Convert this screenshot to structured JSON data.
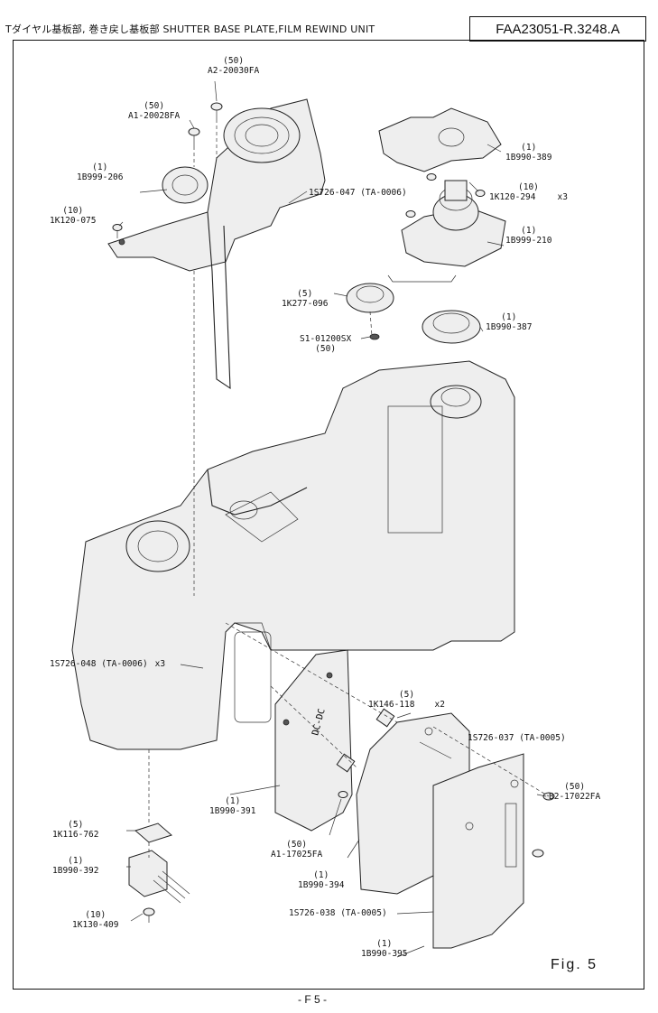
{
  "header": {
    "title": "Tダイヤル基板部, 巻き戻し基板部 SHUTTER BASE PLATE,FILM REWIND UNIT",
    "code": "FAA23051-R.3248.A"
  },
  "callouts": [
    {
      "qty": "(50)",
      "part": "A2-20030FA",
      "suffix": ""
    },
    {
      "qty": "(50)",
      "part": "A1-20028FA",
      "suffix": ""
    },
    {
      "qty": "(1)",
      "part": "1B999-206",
      "suffix": ""
    },
    {
      "qty": "(10)",
      "part": "1K120-075",
      "suffix": ""
    },
    {
      "qty": "",
      "part": "1S726-047 (TA-0006)",
      "suffix": ""
    },
    {
      "qty": "(1)",
      "part": "1B990-389",
      "suffix": ""
    },
    {
      "qty": "(10)",
      "part": "1K120-294",
      "suffix": "x3"
    },
    {
      "qty": "(1)",
      "part": "1B999-210",
      "suffix": ""
    },
    {
      "qty": "(5)",
      "part": "1K277-096",
      "suffix": ""
    },
    {
      "qty": "(1)",
      "part": "1B990-387",
      "suffix": ""
    },
    {
      "qty": "(50)",
      "part": "S1-01200SX",
      "suffix": ""
    },
    {
      "qty": "",
      "part": "1S726-048 (TA-0006)",
      "suffix": "x3"
    },
    {
      "qty": "(5)",
      "part": "1K146-118",
      "suffix": "x2"
    },
    {
      "qty": "",
      "part": "1S726-037 (TA-0005)",
      "suffix": ""
    },
    {
      "qty": "(50)",
      "part": "B2-17022FA",
      "suffix": ""
    },
    {
      "qty": "(1)",
      "part": "1B990-391",
      "suffix": ""
    },
    {
      "qty": "(5)",
      "part": "1K116-762",
      "suffix": ""
    },
    {
      "qty": "(50)",
      "part": "A1-17025FA",
      "suffix": ""
    },
    {
      "qty": "(1)",
      "part": "1B990-392",
      "suffix": ""
    },
    {
      "qty": "(1)",
      "part": "1B990-394",
      "suffix": ""
    },
    {
      "qty": "(10)",
      "part": "1K130-409",
      "suffix": ""
    },
    {
      "qty": "",
      "part": "1S726-038 (TA-0005)",
      "suffix": ""
    },
    {
      "qty": "(1)",
      "part": "1B990-395",
      "suffix": ""
    }
  ],
  "board_marking": "DC-DC",
  "figure_label": "Fig. 5",
  "page_number": "- F 5 -"
}
